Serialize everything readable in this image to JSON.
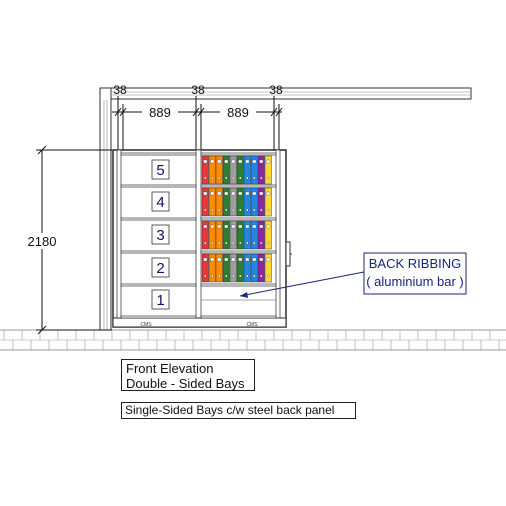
{
  "dimensions": {
    "top_left": "38",
    "top_mid": "38",
    "top_right": "38",
    "bay_left": "889",
    "bay_right": "889",
    "height": "2180"
  },
  "shelf_labels": [
    "5",
    "4",
    "3",
    "2",
    "1"
  ],
  "annotation": {
    "line1": "BACK RIBBING",
    "line2": "( aluminium bar )"
  },
  "plinth_labels": [
    "CMS",
    "CMS"
  ],
  "caption": {
    "line1": "Front Elevation",
    "line2": "Double - Sided Bays",
    "note": "Single-Sided Bays c/w steel back panel"
  },
  "colors": {
    "binders": [
      "#e53935",
      "#fb8c00",
      "#fb8c00",
      "#2e7d32",
      "#9e9e9e",
      "#2e7d32",
      "#1e88e5",
      "#1e88e5",
      "#8e24aa",
      "#fdd835"
    ],
    "annotation_box": "#1a237e",
    "shelf_frame": "#2a2a2a"
  }
}
